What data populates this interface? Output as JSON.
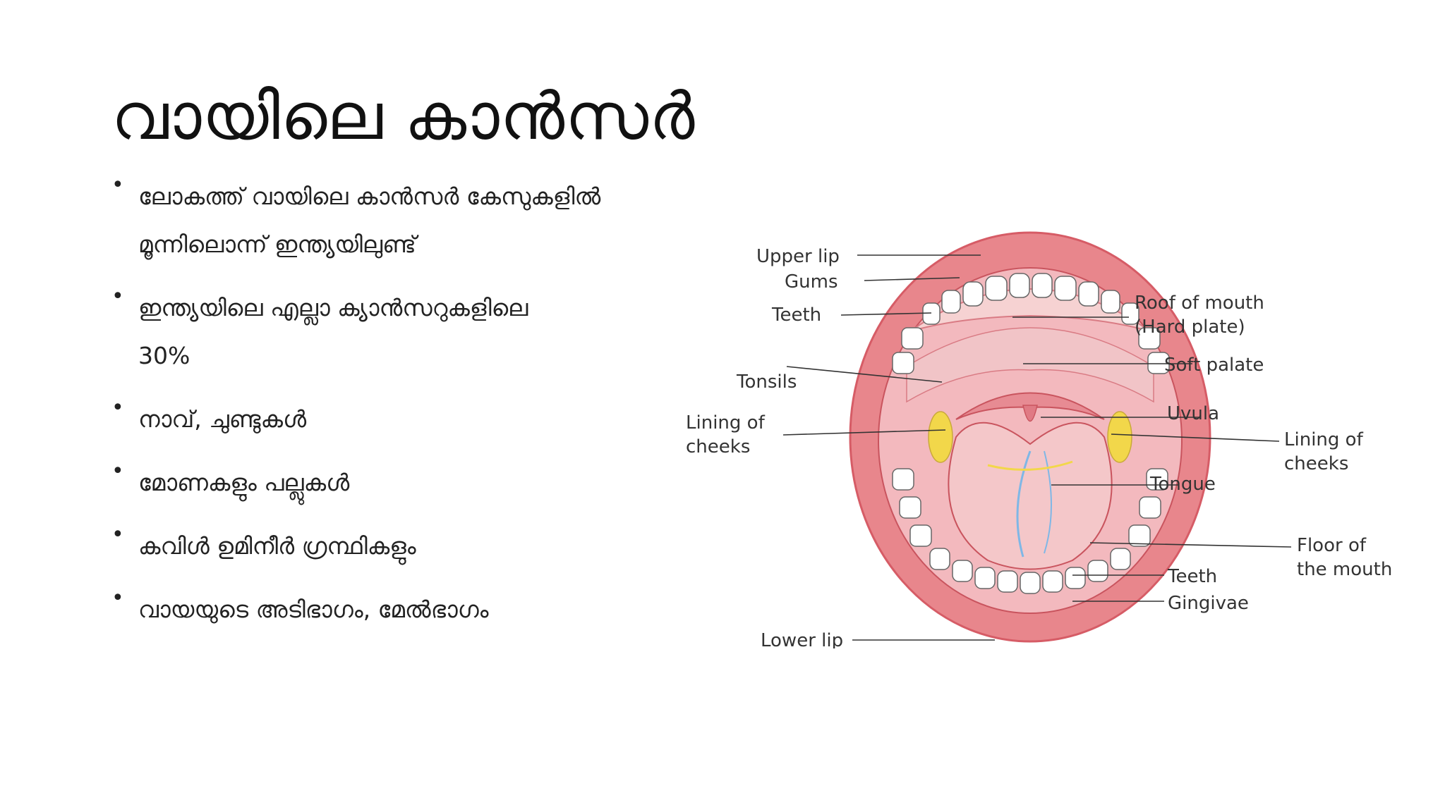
{
  "slide": {
    "title": "വായിലെ കാൻസർ",
    "bullets": [
      {
        "lines": [
          "ലോകത്ത് വായിലെ കാൻസർ കേസുകളിൽ",
          "മൂന്നിലൊന്ന് ഇന്ത്യയിലുണ്ട്"
        ]
      },
      {
        "lines": [
          "ഇന്ത്യയിലെ എല്ലാ ക്യാൻസറുകളിലെ",
          "30%"
        ]
      },
      {
        "lines": [
          "നാവ്, ചുണ്ടുകൾ"
        ]
      },
      {
        "lines": [
          "മോണകളും പല്ലുകൾ"
        ]
      },
      {
        "lines": [
          "കവിൾ ഉമിനീർ ഗ്രന്ഥികളും"
        ]
      },
      {
        "lines": [
          "വായയുടെ അടിഭാഗം, മേൽഭാഗം"
        ]
      }
    ]
  },
  "diagram": {
    "labels": {
      "upper_lip": "Upper lip",
      "gums": "Gums",
      "teeth_upper": "Teeth",
      "tonsils": "Tonsils",
      "lining_left_1": "Lining of",
      "lining_left_2": "cheeks",
      "lower_lip": "Lower lip",
      "roof_1": "Roof of mouth",
      "roof_2": "(Hard plate)",
      "soft_palate": "Soft palate",
      "uvula": "Uvula",
      "lining_right_1": "Lining of",
      "lining_right_2": "cheeks",
      "tongue": "Tongue",
      "floor_1": "Floor of",
      "floor_2": "the mouth",
      "teeth_lower": "Teeth",
      "gingivae": "Gingivae"
    },
    "colors": {
      "lip": "#e8868c",
      "lip_dark": "#d65c66",
      "mouth": "#f3b9be",
      "palate": "#f6d2d2",
      "tongue": "#f4c7c9",
      "tooth": "#ffffff",
      "tonsil": "#f2d74a",
      "vein": "#7fb7e6"
    }
  }
}
